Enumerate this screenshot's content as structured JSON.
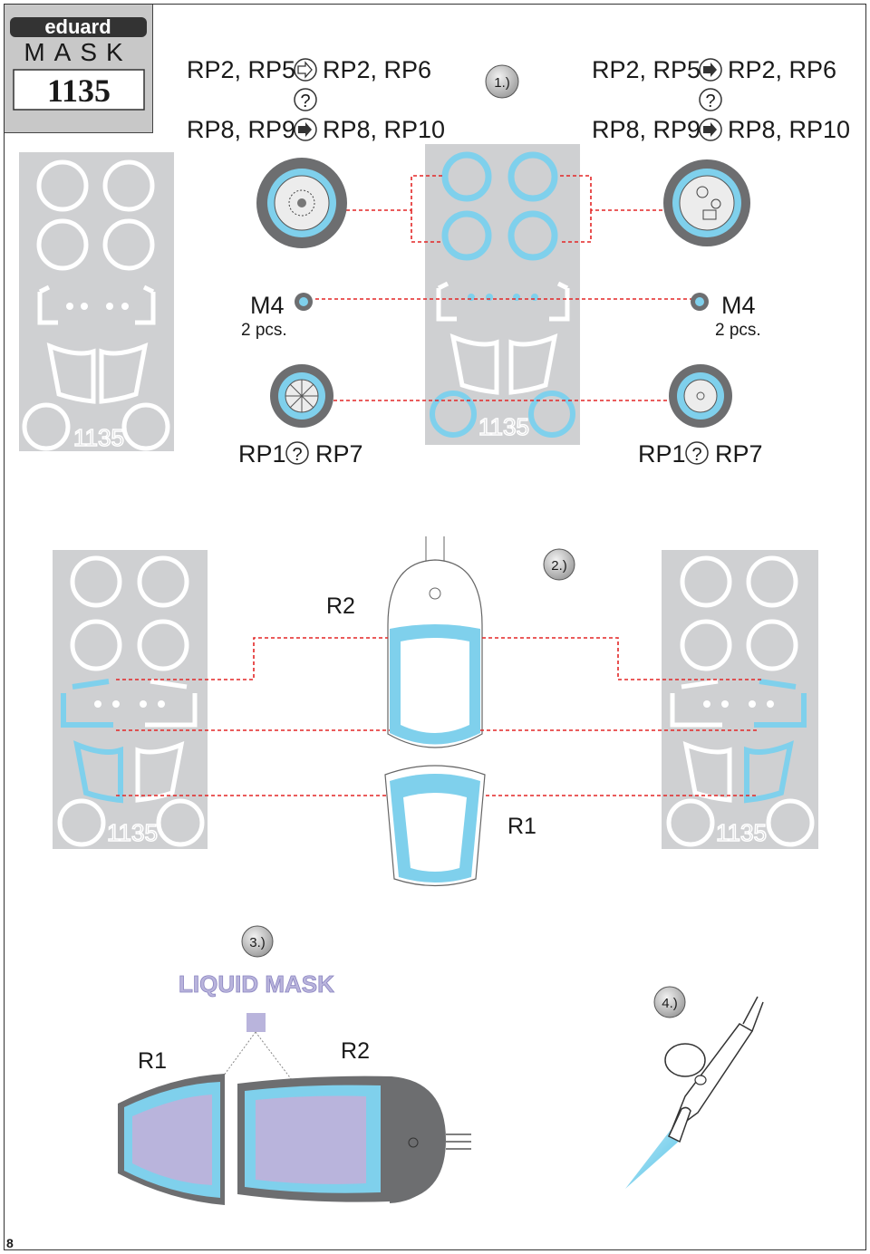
{
  "logo": {
    "brand": "eduard",
    "product": "MASK",
    "number": "1135"
  },
  "step1": {
    "badge": "1.)",
    "left_line1_a": "RP2, RP5",
    "left_line1_b": "RP2, RP6",
    "left_line2_a": "RP8, RP9",
    "left_line2_b": "RP8, RP10",
    "right_line1_a": "RP2, RP5",
    "right_line1_b": "RP2, RP6",
    "right_line2_a": "RP8, RP9",
    "right_line2_b": "RP8, RP10",
    "question": "?",
    "m4_label": "M4",
    "m4_count": "2 pcs.",
    "rp_left_a": "RP1",
    "rp_left_b": "RP7",
    "rp_right_a": "RP1",
    "rp_right_b": "RP7",
    "sheet_number": "1135"
  },
  "step2": {
    "badge": "2.)",
    "r2_label": "R2",
    "r1_label": "R1",
    "sheet_number": "1135"
  },
  "step3": {
    "badge": "3.)",
    "liquid_mask": "LIQUID MASK",
    "r1_label": "R1",
    "r2_label": "R2"
  },
  "step4": {
    "badge": "4.)"
  },
  "page_number": "8",
  "colors": {
    "sheet": "#cfd0d2",
    "mask_blue": "#7fd0ec",
    "tire_gray": "#6d6e70",
    "dash_red": "#e32626",
    "liquid_purple": "#b9b4dc",
    "badge_gray": "#c8c8c8"
  }
}
